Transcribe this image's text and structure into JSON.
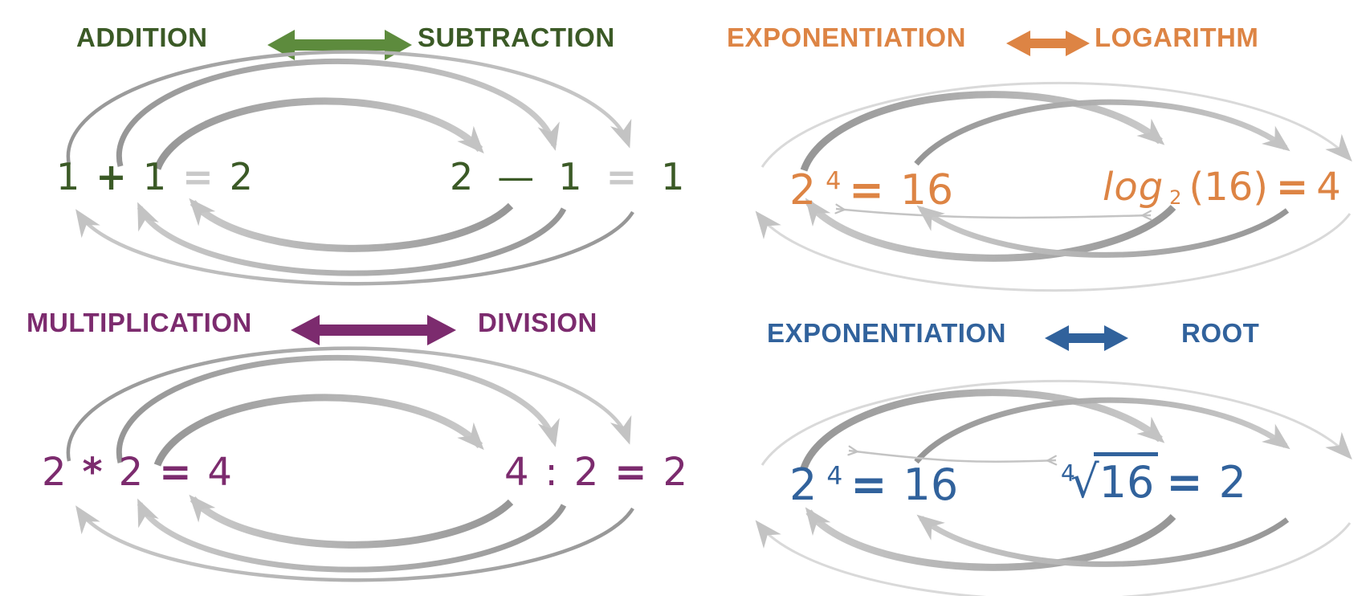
{
  "palette": {
    "green_text": "#3b5a26",
    "green_arrow": "#5d8b3d",
    "orange": "#dd8444",
    "purple": "#7c2b6e",
    "blue": "#31629c",
    "equals_gray": "#c9c9c9",
    "arc_dark_gray": "#969696",
    "arc_light_gray": "#cacaca"
  },
  "panels": {
    "addition": {
      "left_label": "ADDITION",
      "right_label": "SUBTRACTION",
      "forward": {
        "a": "1",
        "op": "+",
        "b": "1",
        "eq": "=",
        "r": "2"
      },
      "inverse": {
        "a": "2",
        "op": "—",
        "b": "1",
        "eq": "=",
        "r": "1"
      }
    },
    "explog": {
      "left_label": "EXPONENTIATION",
      "right_label": "LOGARITHM",
      "forward": {
        "base": "2",
        "exp": "4",
        "eq": "=",
        "r": "16"
      },
      "inverse": {
        "fn": "log",
        "sub": "2",
        "arg": "(16)",
        "eq": "=",
        "r": "4"
      }
    },
    "multiplication": {
      "left_label": "MULTIPLICATION",
      "right_label": "DIVISION",
      "forward": {
        "a": "2",
        "op": "*",
        "b": "2",
        "eq": "=",
        "r": "4"
      },
      "inverse": {
        "a": "4",
        "op": ":",
        "b": "2",
        "eq": "=",
        "r": "2"
      }
    },
    "exproot": {
      "left_label": "EXPONENTIATION",
      "right_label": "ROOT",
      "forward": {
        "base": "2",
        "exp": "4",
        "eq": "=",
        "r": "16"
      },
      "inverse": {
        "index": "4",
        "radical": "√",
        "radicand": "16",
        "eq": "=",
        "r": "2"
      }
    }
  }
}
